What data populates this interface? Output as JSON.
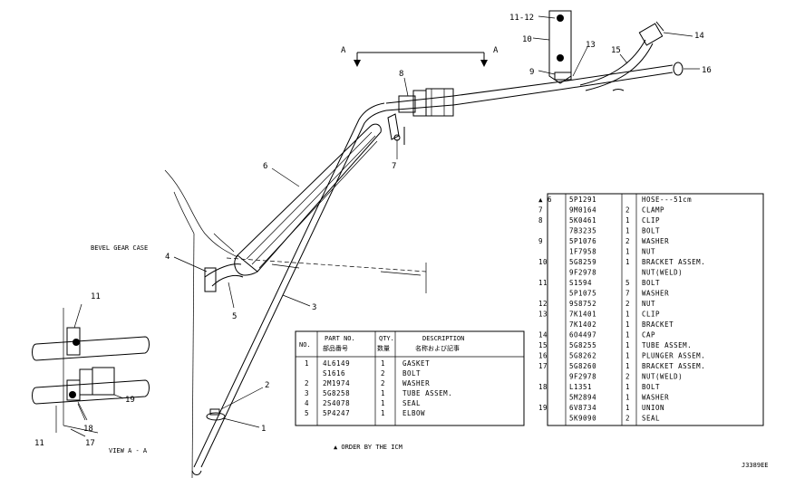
{
  "section_label_left": "A",
  "section_label_right": "A",
  "bevel_gear_case_label": "BEVEL GEAR CASE",
  "view_label": "VIEW A - A",
  "footer_note": "▲ ORDER BY THE ICM",
  "drawing_number": "J3389EE",
  "callouts": [
    {
      "num": "1"
    },
    {
      "num": "2"
    },
    {
      "num": "3"
    },
    {
      "num": "4"
    },
    {
      "num": "5"
    },
    {
      "num": "6"
    },
    {
      "num": "7"
    },
    {
      "num": "8"
    },
    {
      "num": "9"
    },
    {
      "num": "10"
    },
    {
      "num": "11-12"
    },
    {
      "num": "13"
    },
    {
      "num": "14"
    },
    {
      "num": "15"
    },
    {
      "num": "16"
    },
    {
      "num": "11"
    },
    {
      "num": "19"
    },
    {
      "num": "18"
    },
    {
      "num": "11"
    },
    {
      "num": "17"
    }
  ],
  "left_table": {
    "headers": {
      "no": "NO.",
      "part_no": "PART NO.",
      "part_no_jp": "部品番号",
      "qty": "QTY.",
      "qty_jp": "数量",
      "desc": "DESCRIPTION",
      "desc_jp": "名称および記事"
    },
    "rows": [
      {
        "no": "1",
        "part": "4L6149",
        "qty": "1",
        "desc": "GASKET"
      },
      {
        "no": "",
        "part": "S1616",
        "qty": "2",
        "desc": "BOLT"
      },
      {
        "no": "2",
        "part": "2M1974",
        "qty": "2",
        "desc": "WASHER"
      },
      {
        "no": "3",
        "part": "5G8258",
        "qty": "1",
        "desc": "TUBE ASSEM."
      },
      {
        "no": "4",
        "part": "2S4078",
        "qty": "1",
        "desc": "SEAL"
      },
      {
        "no": "5",
        "part": "5P4247",
        "qty": "1",
        "desc": "ELBOW"
      }
    ]
  },
  "right_table": {
    "rows": [
      {
        "no": "▲ 6",
        "part": "5P1291",
        "qty": "",
        "desc": "HOSE---51cm"
      },
      {
        "no": "7",
        "part": "9M0164",
        "qty": "2",
        "desc": "CLAMP"
      },
      {
        "no": "8",
        "part": "5K0461",
        "qty": "1",
        "desc": "CLIP"
      },
      {
        "no": "",
        "part": "7B3235",
        "qty": "1",
        "desc": "BOLT"
      },
      {
        "no": "9",
        "part": "5P1076",
        "qty": "2",
        "desc": "WASHER"
      },
      {
        "no": "",
        "part": "1F7958",
        "qty": "1",
        "desc": "NUT"
      },
      {
        "no": "10",
        "part": "5G8259",
        "qty": "1",
        "desc": "BRACKET ASSEM."
      },
      {
        "no": "",
        "part": "9F2978",
        "qty": "",
        "desc": "NUT(WELD)"
      },
      {
        "no": "11",
        "part": "S1594",
        "qty": "5",
        "desc": "BOLT"
      },
      {
        "no": "",
        "part": "5P1075",
        "qty": "7",
        "desc": "WASHER"
      },
      {
        "no": "12",
        "part": "9S8752",
        "qty": "2",
        "desc": "NUT"
      },
      {
        "no": "13",
        "part": "7K1401",
        "qty": "1",
        "desc": "CLIP"
      },
      {
        "no": "",
        "part": "7K1402",
        "qty": "1",
        "desc": "BRACKET"
      },
      {
        "no": "14",
        "part": "6O4497",
        "qty": "1",
        "desc": "CAP"
      },
      {
        "no": "15",
        "part": "5G8255",
        "qty": "1",
        "desc": "TUBE ASSEM."
      },
      {
        "no": "16",
        "part": "5G8262",
        "qty": "1",
        "desc": "PLUNGER ASSEM."
      },
      {
        "no": "17",
        "part": "5G8260",
        "qty": "1",
        "desc": "BRACKET ASSEM."
      },
      {
        "no": "",
        "part": "9F2978",
        "qty": "2",
        "desc": "NUT(WELD)"
      },
      {
        "no": "18",
        "part": "L1351",
        "qty": "1",
        "desc": "BOLT"
      },
      {
        "no": "",
        "part": "5M2894",
        "qty": "1",
        "desc": "WASHER"
      },
      {
        "no": "19",
        "part": "6V8734",
        "qty": "1",
        "desc": "UNION"
      },
      {
        "no": "",
        "part": "5K9090",
        "qty": "2",
        "desc": "SEAL"
      }
    ]
  }
}
